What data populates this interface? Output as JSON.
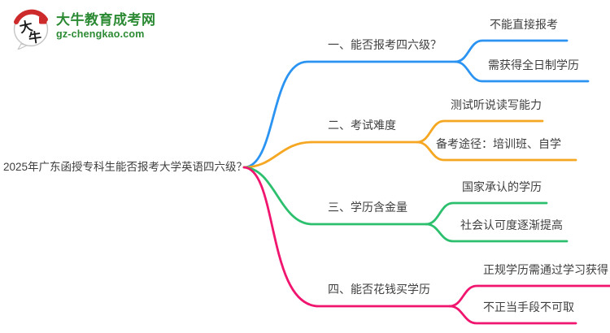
{
  "site": {
    "logo_title": "大牛教育成考网",
    "logo_subtitle": "gz-chengkao.com",
    "logo_mark_char_top": "大",
    "logo_mark_char_bottom": "牛",
    "brand_green": "#2b8a33",
    "brand_red": "#cd2a2b"
  },
  "mindmap": {
    "text_color": "#3f3f3f",
    "root": {
      "label": "2025年广东函授专科生能否报考大学英语四六级？"
    },
    "branches": [
      {
        "label": "一、能否报考四六级？",
        "color": "#2b93f2",
        "children": [
          {
            "label": "不能直接报考"
          },
          {
            "label": "需获得全日制学历"
          }
        ]
      },
      {
        "label": "二、考试难度",
        "color": "#f6a722",
        "children": [
          {
            "label": "测试听说读写能力"
          },
          {
            "label": "备考途径：培训班、自学"
          }
        ]
      },
      {
        "label": "三、学历含金量",
        "color": "#2cc06e",
        "children": [
          {
            "label": "国家承认的学历"
          },
          {
            "label": "社会认可度逐渐提高"
          }
        ]
      },
      {
        "label": "四、能否花钱买学历",
        "color": "#f0156e",
        "children": [
          {
            "label": "正规学历需通过学习获得"
          },
          {
            "label": "不正当手段不可取"
          }
        ]
      }
    ]
  }
}
